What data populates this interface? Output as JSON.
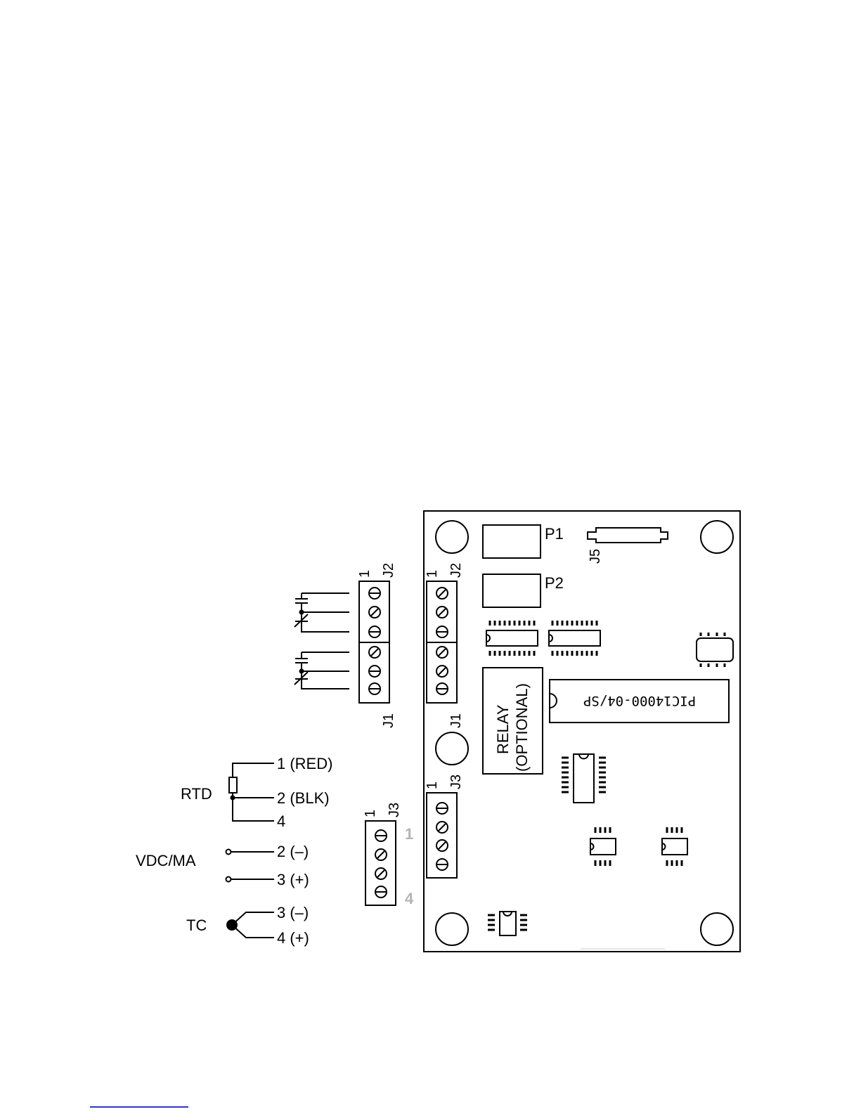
{
  "board": {
    "p1": "P1",
    "p2": "P2",
    "j5": "J5",
    "j2_pin": "1",
    "j2": "J2",
    "j1": "J1",
    "j3_pin": "1",
    "j3": "J3",
    "relay_line1": "RELAY",
    "relay_line2": "(OPTIONAL)",
    "chip_label": "PIC14000-04/SP"
  },
  "left_connector": {
    "pin1": "1",
    "j2": "J2",
    "j1": "J1"
  },
  "j3_connector": {
    "pin1": "1",
    "j3": "J3",
    "pin_first": "1",
    "pin_last": "4"
  },
  "sensors": {
    "rtd": {
      "label": "RTD",
      "wire1": "1 (RED)",
      "wire2": "2 (BLK)",
      "wire3": "4"
    },
    "vdc": {
      "label": "VDC/MA",
      "wire1": "2 (–)",
      "wire2": "3 (+)"
    },
    "tc": {
      "label": "TC",
      "wire1": "3 (–)",
      "wire2": "4 (+)"
    }
  }
}
